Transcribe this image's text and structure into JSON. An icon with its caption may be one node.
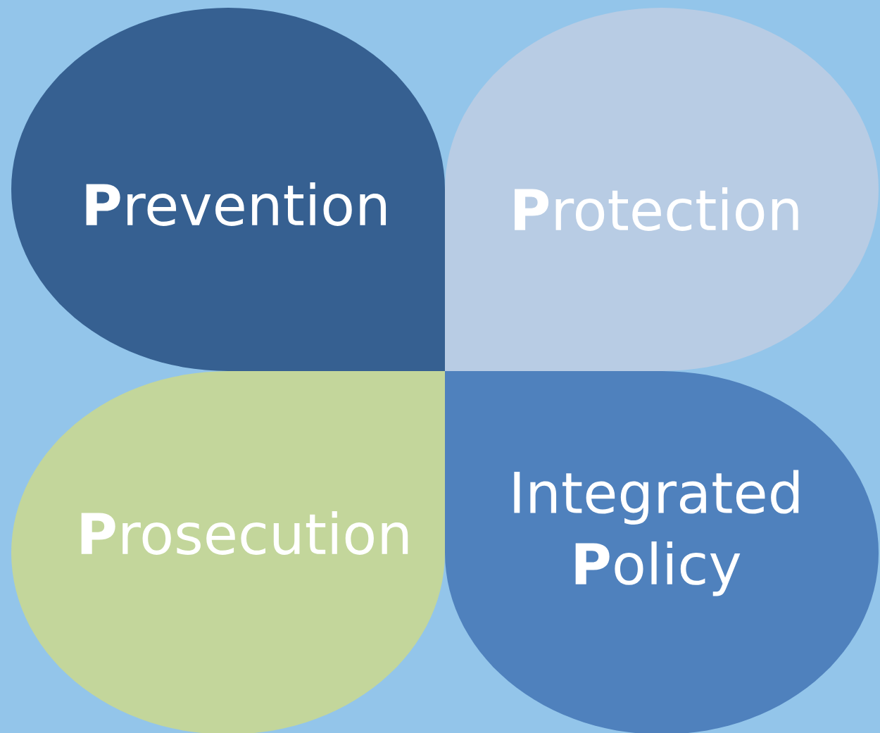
{
  "diagram": {
    "nodes": [
      {
        "text": [
          "**P**revention"
        ]
      },
      {
        "text": [
          "**P**rotection"
        ]
      },
      {
        "text": [
          "**P**rosecution"
        ]
      },
      {
        "text": [
          "Integrated **P**olicy"
        ]
      }
    ]
  }
}
